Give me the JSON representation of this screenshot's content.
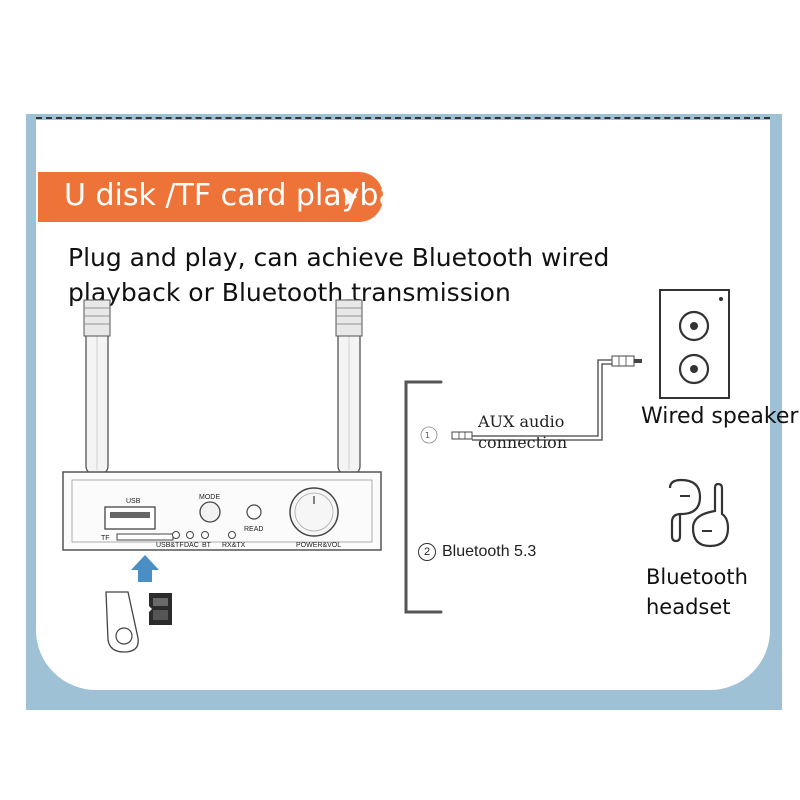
{
  "banner": {
    "title": "U disk /TF card playback"
  },
  "tagline": {
    "line1": "Plug and play, can achieve Bluetooth wired",
    "line2": "playback or Bluetooth transmission"
  },
  "connections": {
    "aux_number": "1",
    "aux_label_line1": "AUX audio",
    "aux_label_line2": "connection",
    "bt_number": "2",
    "bt_label": "Bluetooth 5.3"
  },
  "targets": {
    "speaker_label": "Wired speaker",
    "headset_line1": "Bluetooth",
    "headset_line2": "headset"
  },
  "device": {
    "usb_label": "USB",
    "tf_label": "TF",
    "mode_label": "MODE",
    "read_label": "READ",
    "led_labels": [
      "USB&TF",
      "DAC",
      "BT",
      "RX&TX"
    ],
    "knob_label": "POWER&VOL"
  },
  "colors": {
    "banner": "#ee7338",
    "frame": "#9fc1d6",
    "arrow": "#4a8ec4"
  },
  "icons": [
    "bluetooth-transmitter-device",
    "usb-flash-drive-icon",
    "tf-card-icon",
    "speaker-icon",
    "earbuds-icon",
    "aux-cable-icon",
    "play-cursor-icon"
  ]
}
